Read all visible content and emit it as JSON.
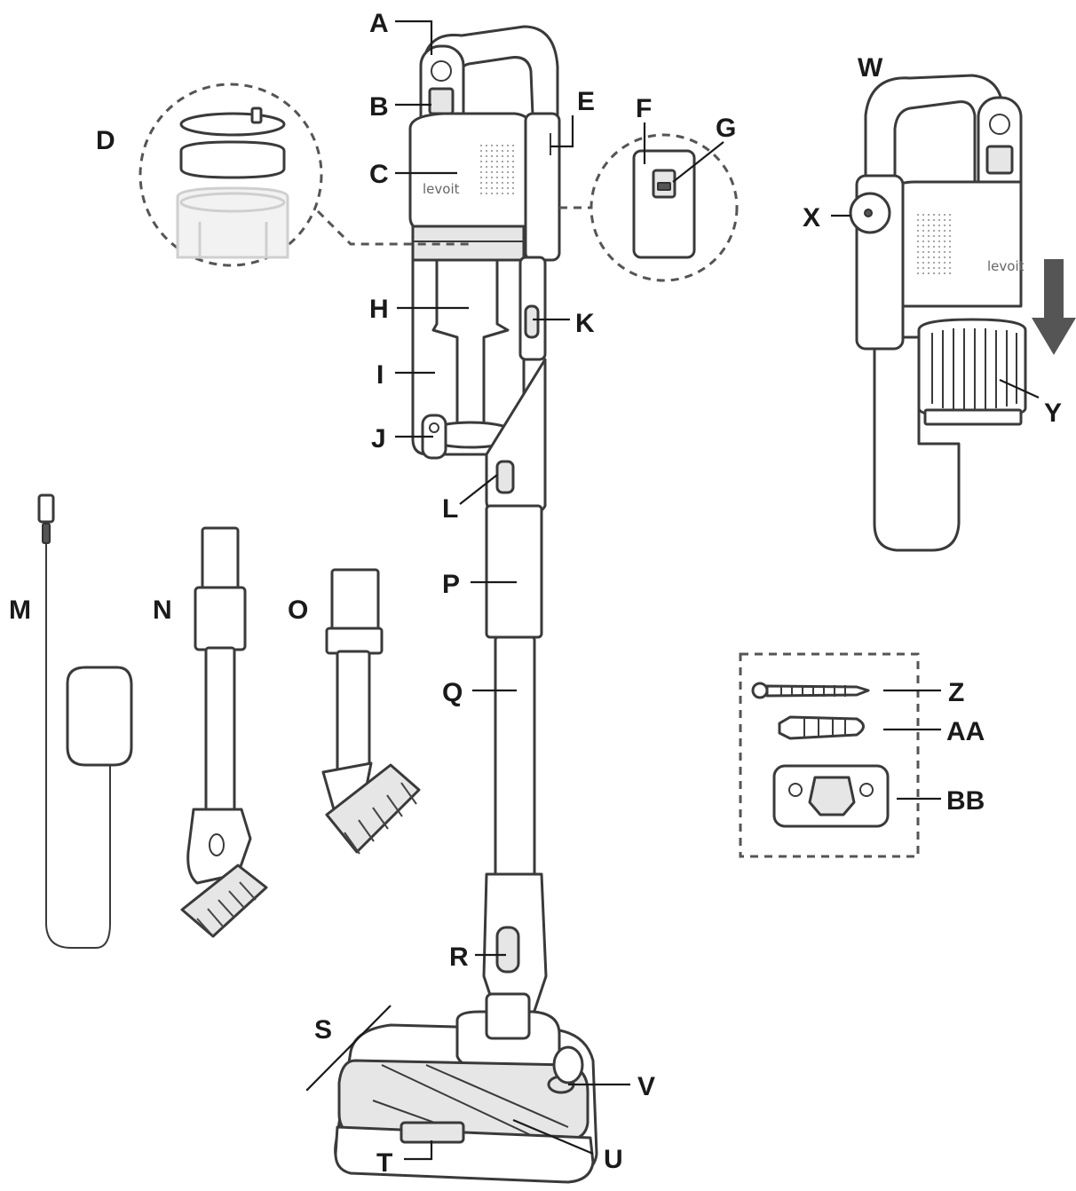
{
  "brand_text": "levoit",
  "callouts": {
    "A": "A",
    "B": "B",
    "C": "C",
    "D": "D",
    "E": "E",
    "F": "F",
    "G": "G",
    "H": "H",
    "I": "I",
    "J": "J",
    "K": "K",
    "L": "L",
    "M": "M",
    "N": "N",
    "O": "O",
    "P": "P",
    "Q": "Q",
    "R": "R",
    "S": "S",
    "T": "T",
    "U": "U",
    "V": "V",
    "W": "W",
    "X": "X",
    "Y": "Y",
    "Z": "Z",
    "AA": "AA",
    "BB": "BB"
  },
  "colors": {
    "line": "#3a3a3a",
    "label": "#1a1a1a",
    "arrow": "#555555"
  }
}
